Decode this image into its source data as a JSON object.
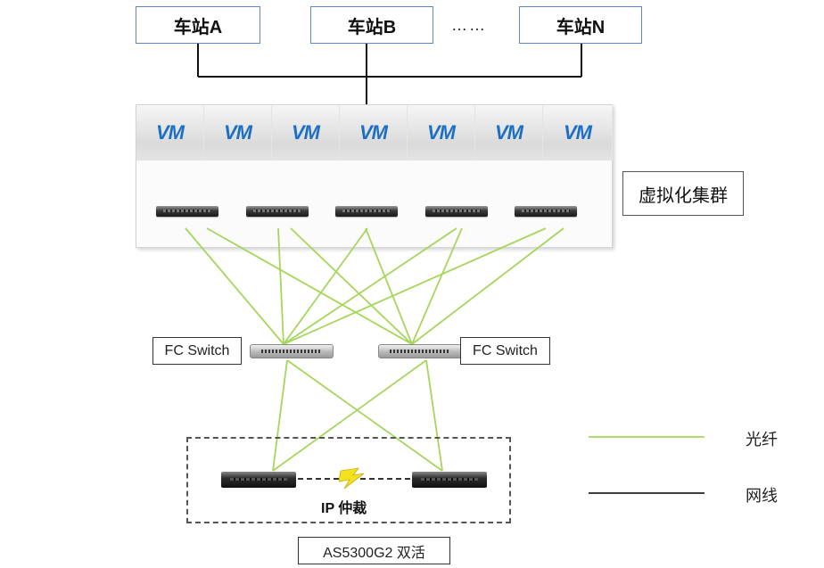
{
  "stations": [
    {
      "label": "车站A"
    },
    {
      "label": "车站B"
    },
    {
      "label": "车站N"
    }
  ],
  "station_ellipsis": "……",
  "vm_label": "VM",
  "cluster_label": "虚拟化集群",
  "fc_switch_left": "FC Switch",
  "fc_switch_right": "FC Switch",
  "arbitration_label": "IP 仲裁",
  "storage_label": "AS5300G2 双活",
  "legend": {
    "fiber_label": "光纤",
    "network_label": "网线",
    "fiber_color": "#9ad24e",
    "network_color": "#222222"
  }
}
